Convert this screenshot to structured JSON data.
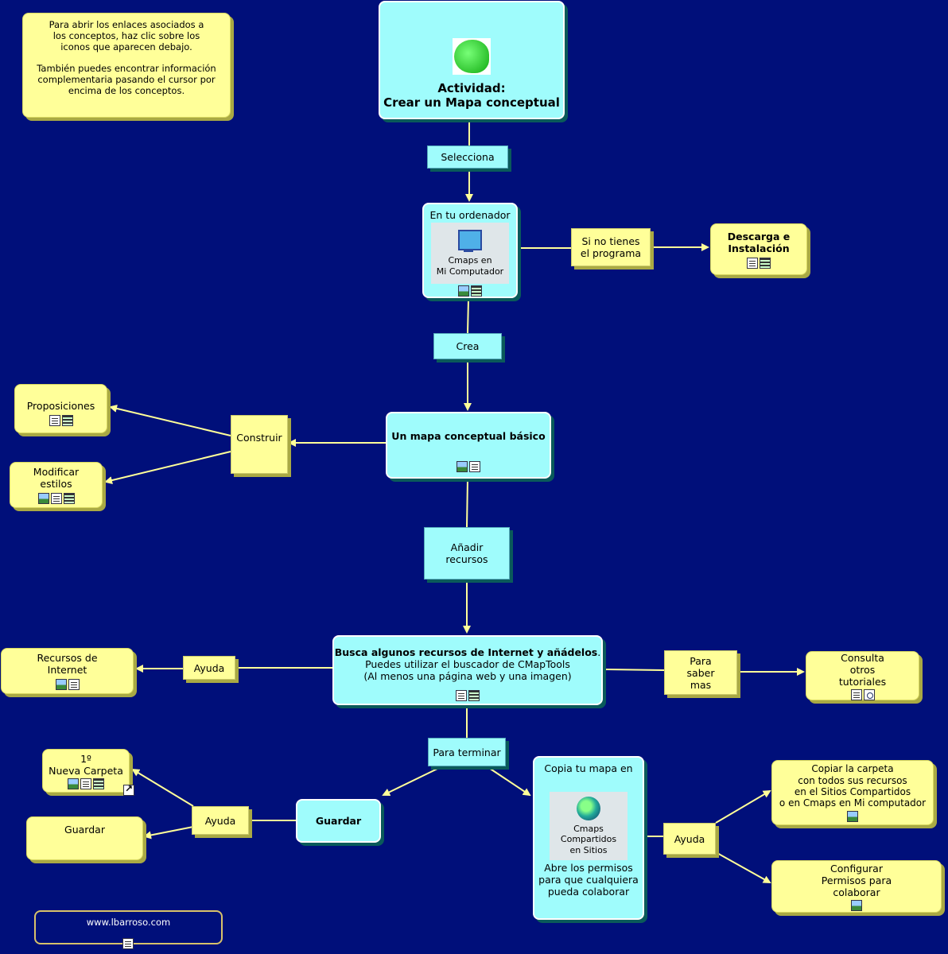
{
  "header": {
    "title_line1": "Actividad:",
    "title_line2": "Crear un Mapa conceptual"
  },
  "info": {
    "line1": "Para abrir los enlaces asociados a",
    "line2": "los conceptos, haz clic sobre los",
    "line3": "iconos que aparecen debajo.",
    "line4": "También puedes encontrar información",
    "line5": "complementaria pasando el cursor por",
    "line6": "encima de los conceptos."
  },
  "links": {
    "selecciona": "Selecciona",
    "crea": "Crea",
    "si_no_l1": "Si no tienes",
    "si_no_l2": "el programa",
    "construir": "Construir",
    "anadir_l1": "Añadir",
    "anadir_l2": "recursos",
    "ayuda_rec": "Ayuda",
    "para_saber_l1": "Para",
    "para_saber_l2": "saber",
    "para_saber_l3": "mas",
    "para_terminar": "Para terminar",
    "ayuda_guardar": "Ayuda",
    "ayuda_copia": "Ayuda"
  },
  "nodes": {
    "ordenador_title": "En tu ordenador",
    "ordenador_pic_l1": "Cmaps en",
    "ordenador_pic_l2": "Mi Computador",
    "descarga_l1": "Descarga e",
    "descarga_l2": "Instalación",
    "basico": "Un mapa conceptual básico",
    "proposiciones": "Proposiciones",
    "modificar_l1": "Modificar",
    "modificar_l2": "estilos",
    "busca_bold": "Busca algunos recursos de Internet y añádelos",
    "busca_dot": ".",
    "busca_l2": "Puedes utilizar el buscador de CMapTools",
    "busca_l3": "(Al menos una página web y una imagen)",
    "recursos_l1": "Recursos de",
    "recursos_l2": "Internet",
    "consulta_l1": "Consulta",
    "consulta_l2": "otros",
    "consulta_l3": "tutoriales",
    "carpeta_l1": "1º",
    "carpeta_l2": "Nueva Carpeta",
    "guardar_sub": "Guardar",
    "guardar_main": "Guardar",
    "copia_title": "Copia tu mapa en",
    "copia_pic_l1": "Cmaps Compartidos",
    "copia_pic_l2": "en Sitios",
    "copia_l1": "Abre los permisos",
    "copia_l2": "para que cualquiera",
    "copia_l3": "pueda colaborar",
    "copiar_l1": "Copiar la carpeta",
    "copiar_l2": "con todos sus recursos",
    "copiar_l3": "en el Sitios Compartidos",
    "copiar_l4": "o en Cmaps en Mi computador",
    "config_l1": "Configurar",
    "config_l2": "Permisos para",
    "config_l3": "colaborar",
    "web": "www.lbarroso.com"
  },
  "colors": {
    "background": "#000f7a",
    "concept_cyan": "#9ffcfc",
    "concept_yellow": "#ffff99",
    "link_line": "#ffff99"
  }
}
